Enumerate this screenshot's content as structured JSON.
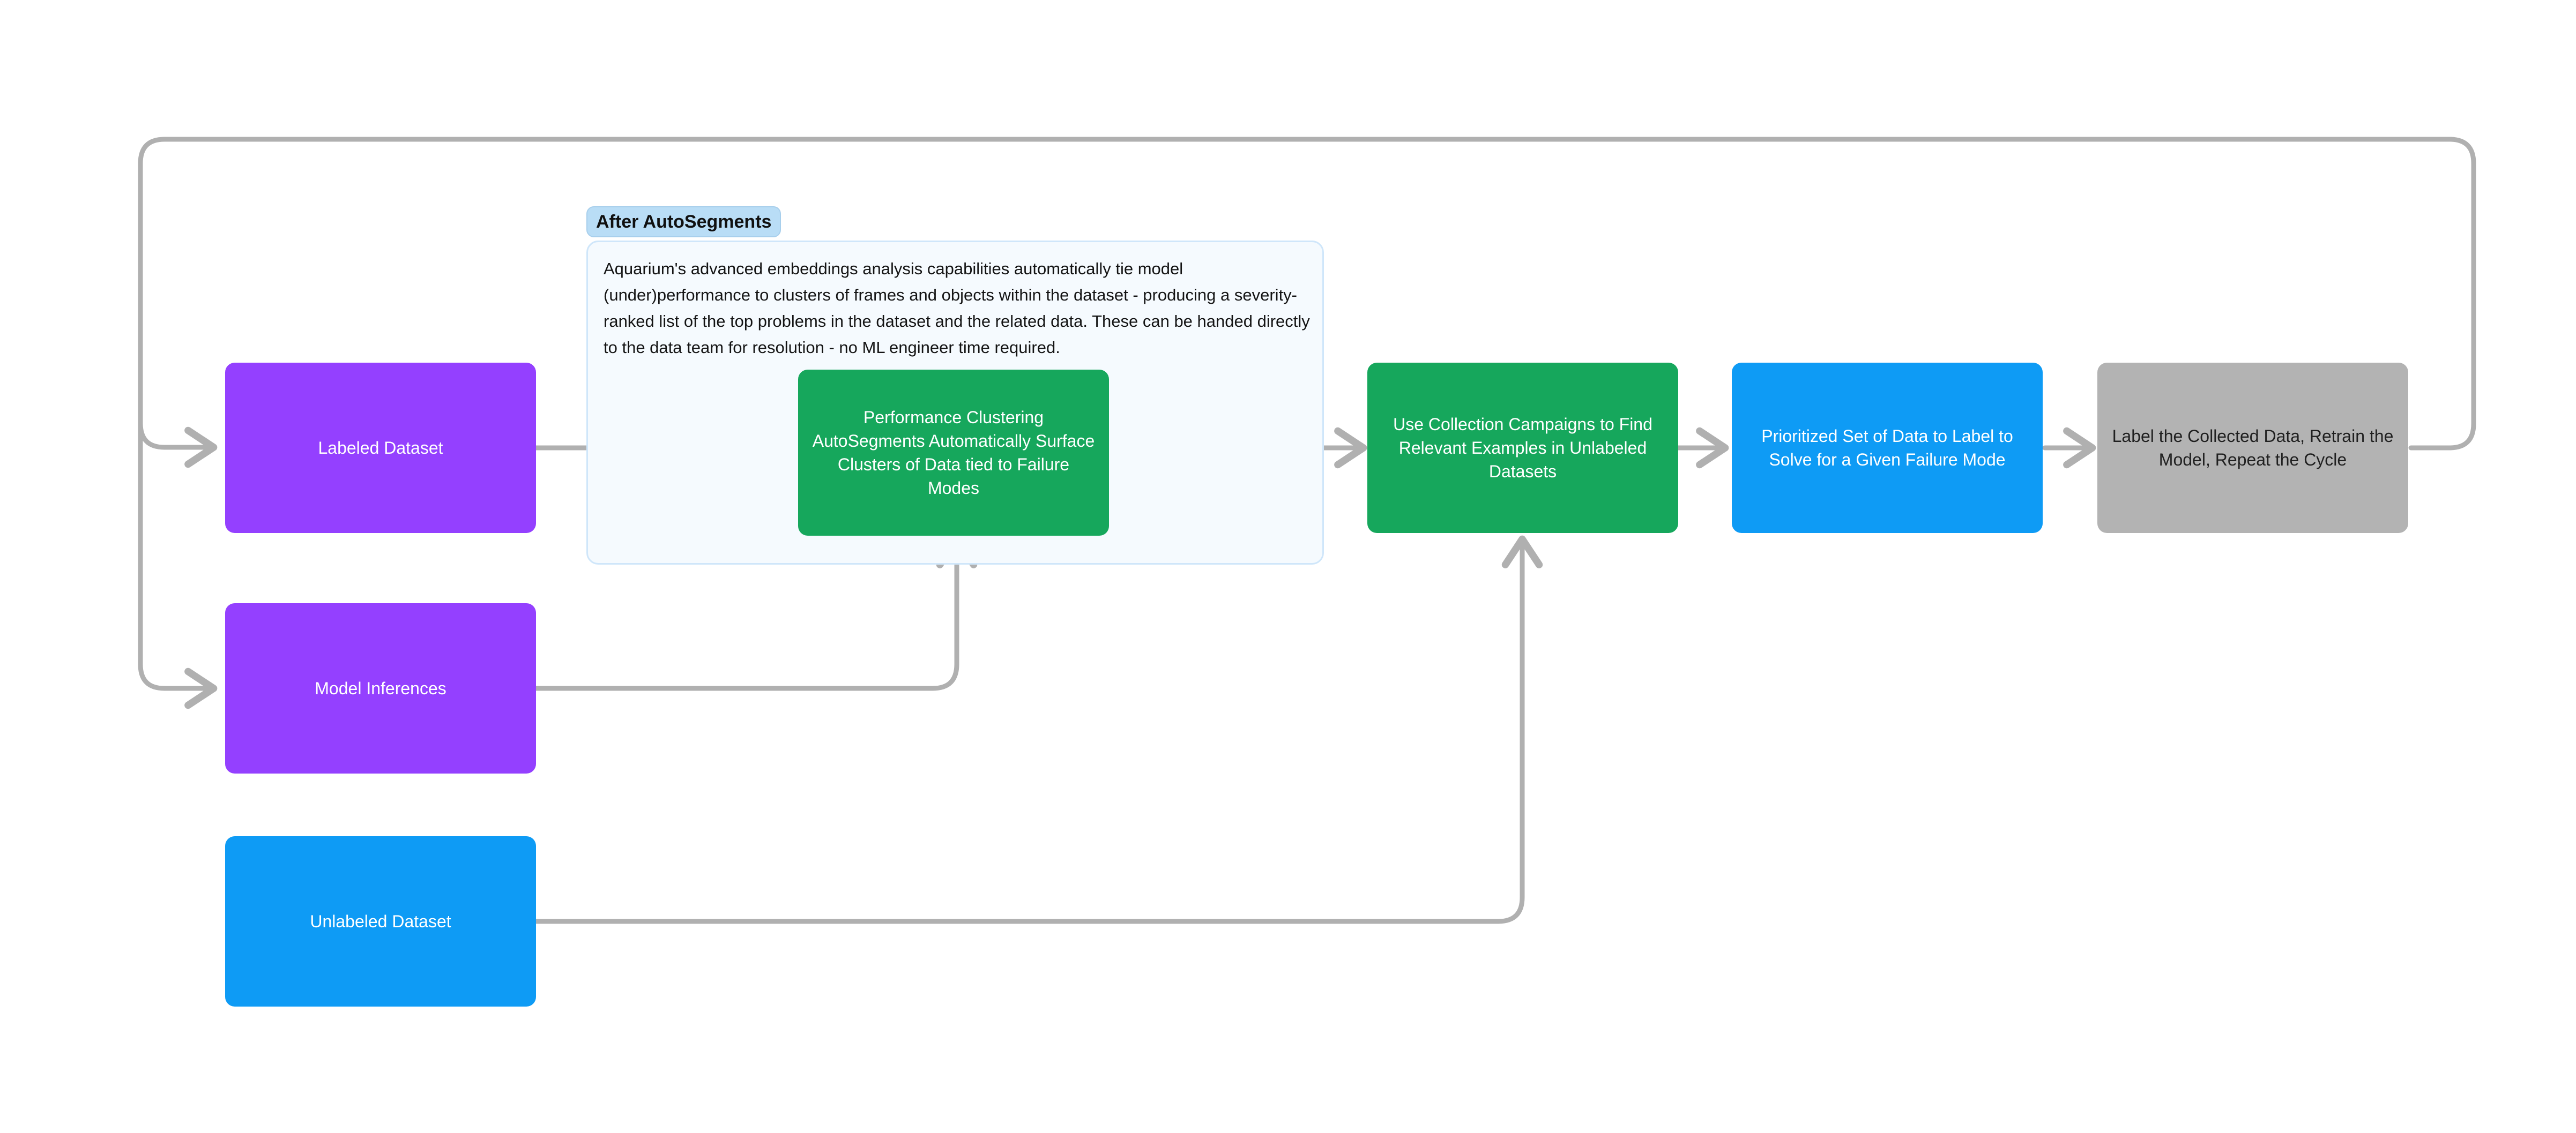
{
  "diagram": {
    "title": "Aquarium AutoSegments data flywheel",
    "colors": {
      "purple": "#9440ff",
      "green": "#16a75c",
      "blue": "#0e9bf5",
      "gray": "#b3b3b3",
      "edge": "#b0b0b0",
      "group_fill": "#f5fafe",
      "group_border": "#cfe6fa",
      "group_label_fill": "#b9ddf6"
    },
    "group": {
      "label": "After AutoSegments",
      "body": "Aquarium's advanced embeddings analysis capabilities automatically tie model (under)performance to clusters of frames and objects within the dataset - producing a severity-ranked list of the top problems in the dataset and the related data. These can be handed directly to the data team for resolution - no ML engineer time required."
    },
    "nodes": {
      "labeled_dataset": "Labeled Dataset",
      "model_inferences": "Model Inferences",
      "unlabeled_dataset": "Unlabeled Dataset",
      "performance_clustering": "Performance Clustering AutoSegments Automatically Surface Clusters of Data tied to Failure Modes",
      "collection_campaigns": "Use Collection Campaigns to Find Relevant Examples in Unlabeled Datasets",
      "prioritized_set": "Prioritized Set of Data to Label to Solve for a Given Failure Mode",
      "label_retrain": "Label the Collected Data, Retrain the Model, Repeat the Cycle"
    },
    "edges": [
      {
        "name": "loop-back-to-labeled-dataset",
        "from": "label_retrain",
        "to": "labeled_dataset"
      },
      {
        "name": "loop-back-to-model-inferences",
        "from": "label_retrain",
        "to": "model_inferences"
      },
      {
        "name": "labeled-dataset-to-performance-clustering",
        "from": "labeled_dataset",
        "to": "performance_clustering"
      },
      {
        "name": "model-inferences-to-performance-clustering",
        "from": "model_inferences",
        "to": "performance_clustering"
      },
      {
        "name": "performance-clustering-to-collection-campaigns",
        "from": "performance_clustering",
        "to": "collection_campaigns"
      },
      {
        "name": "unlabeled-dataset-to-collection-campaigns",
        "from": "unlabeled_dataset",
        "to": "collection_campaigns"
      },
      {
        "name": "collection-campaigns-to-prioritized-set",
        "from": "collection_campaigns",
        "to": "prioritized_set"
      },
      {
        "name": "prioritized-set-to-label-retrain",
        "from": "prioritized_set",
        "to": "label_retrain"
      }
    ]
  }
}
